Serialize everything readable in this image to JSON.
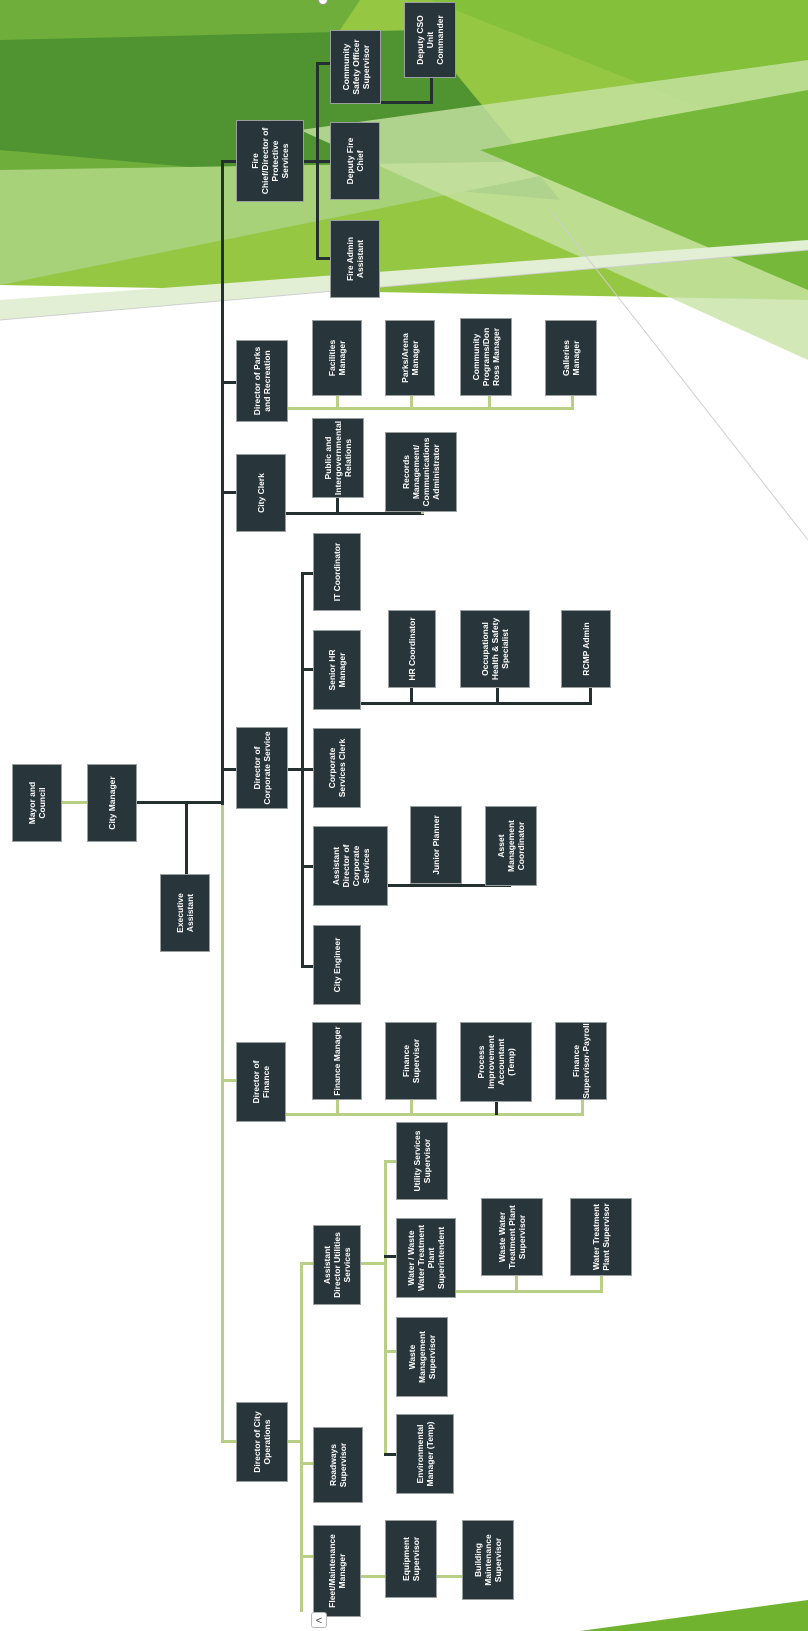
{
  "colors": {
    "box": "#28363b",
    "line_light": "#b9cf86",
    "line_dark": "#24302f",
    "accent_green": "#7cbf3a"
  },
  "nodes": {
    "mayor": "Mayor and Council",
    "city_manager": "City Manager",
    "executive_assistant": "Executive Assistant",
    "fire_chief": "Fire Chief/Director of Protective Services",
    "fire_admin": "Fire Admin Assistant",
    "deputy_fire_chief": "Deputy Fire Chief",
    "community_safety": "Community Safety Officer Supervisor",
    "deputy_cso": "Deputy CSO Unit Commander",
    "dir_parks": "Director of Parks and Recreation",
    "facilities": "Facilities Manager",
    "parks_arena": "Parks/Arena Manager",
    "community_programs": "Community Programs/Don Ross Manager",
    "galleries": "Galleries Manager",
    "city_clerk": "City Clerk",
    "public_relations": "Public and Intergovernmental Relations",
    "records": "Records Management/ Communications Administrator",
    "dir_corporate": "Director of Corporate Service",
    "it_coord": "IT Coordinator",
    "senior_hr": "Senior HR Manager",
    "hr_coord": "HR Coordinator",
    "ohs": "Occupational Health & Safety Specialist",
    "rcmp": "RCMP Admin",
    "corp_clerk": "Corporate Services Clerk",
    "asst_dir_corp": "Assistant Director of Corporate Services",
    "junior_planner": "Junior Planner",
    "asset_mgmt": "Asset Management Coordinator",
    "city_engineer": "City Engineer",
    "dir_finance": "Director of Finance",
    "finance_manager": "Finance Manager",
    "finance_supervisor": "Finance Supervisor",
    "process_improvement": "Process Improvement Accountant (Temp)",
    "finance_payroll": "Finance Supervisor-Payroll",
    "dir_operations": "Director of City Operations",
    "roadways": "Roadways Supervisor",
    "fleet": "Fleet/Maintenance Manager",
    "equipment": "Equipment Supervisor",
    "building_maintenance": "Building Maintenance Supervisor",
    "asst_dir_utilities": "Assistant Director Utilities Services",
    "utility_services": "Utility Services Supervisor",
    "water_plant_super": "Water / Waste Water Treatment Plant Superintendent",
    "waste_water_plant": "Waste Water Treatment Plant Supervisor",
    "water_plant": "Water Treatment Plant Supervisor",
    "waste_mgmt": "Waste Management Supervisor",
    "environmental": "Environmental Manager (Temp)"
  },
  "ui": {
    "scroll_chevron": "<"
  }
}
